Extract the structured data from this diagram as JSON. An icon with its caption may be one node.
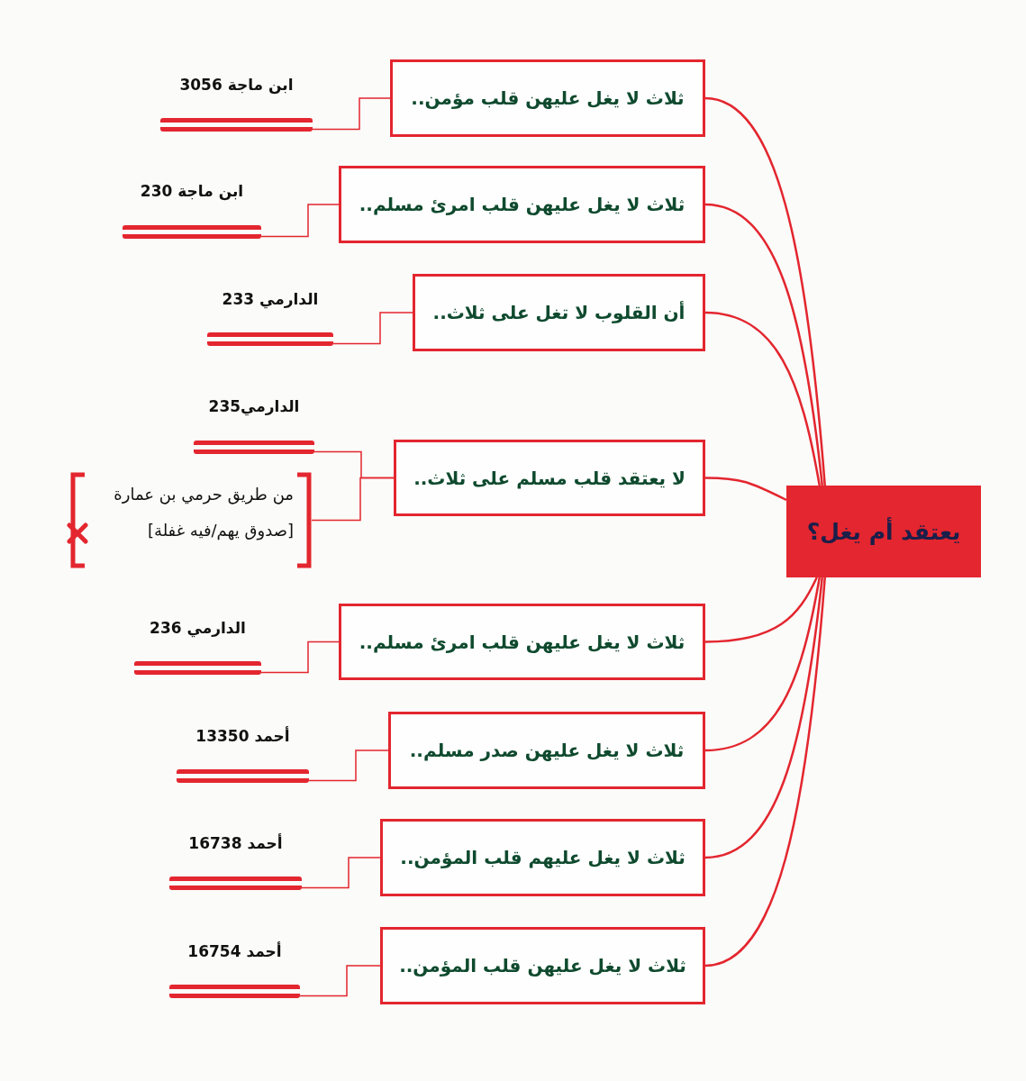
{
  "diagram": {
    "nodes": [
      {
        "text": [
          "يعتقد أم يغل؟"
        ]
      },
      {
        "text": [
          "ثلاث لا يغل عليهن قلب مؤمن.."
        ]
      },
      {
        "text": [
          "ابن ماجة 3056"
        ]
      },
      {
        "text": [
          "ثلاث لا يغل عليهن قلب امرئ مسلم.."
        ]
      },
      {
        "text": [
          "ابن ماجة 230"
        ]
      },
      {
        "text": [
          "أن القلوب لا تغل على ثلاث.."
        ]
      },
      {
        "text": [
          "الدارمي 233"
        ]
      },
      {
        "text": [
          "لا يعتقد قلب مسلم على ثلاث.."
        ]
      },
      {
        "text": [
          "الدارمي235"
        ]
      },
      {
        "text": [
          "من طريق حرمي بن عمارة",
          "[صدوق يهم/فيه غفلة]"
        ]
      },
      {
        "text": [
          "ثلاث لا يغل عليهن قلب امرئ مسلم.."
        ]
      },
      {
        "text": [
          "الدارمي 236"
        ]
      },
      {
        "text": [
          "ثلاث لا يغل عليهن صدر مسلم.."
        ]
      },
      {
        "text": [
          "أحمد 13350"
        ]
      },
      {
        "text": [
          "ثلاث لا يغل عليهم قلب المؤمن.."
        ]
      },
      {
        "text": [
          "أحمد 16738"
        ]
      },
      {
        "text": [
          "ثلاث لا يغل عليهن قلب المؤمن.."
        ]
      },
      {
        "text": [
          "أحمد 16754"
        ]
      }
    ],
    "edges": [
      {
        "from": 0,
        "to": 1,
        "arrow": "none"
      },
      {
        "from": 0,
        "to": 3,
        "arrow": "none"
      },
      {
        "from": 0,
        "to": 5,
        "arrow": "none"
      },
      {
        "from": 0,
        "to": 7,
        "arrow": "none"
      },
      {
        "from": 0,
        "to": 10,
        "arrow": "none"
      },
      {
        "from": 0,
        "to": 12,
        "arrow": "none"
      },
      {
        "from": 0,
        "to": 14,
        "arrow": "none"
      },
      {
        "from": 0,
        "to": 16,
        "arrow": "none"
      },
      {
        "from": 1,
        "to": 2,
        "arrow": "none"
      },
      {
        "from": 3,
        "to": 4,
        "arrow": "none"
      },
      {
        "from": 5,
        "to": 6,
        "arrow": "none"
      },
      {
        "from": 7,
        "to": 8,
        "arrow": "none"
      },
      {
        "from": 7,
        "to": 9,
        "arrow": "none"
      },
      {
        "from": 10,
        "to": 11,
        "arrow": "none"
      },
      {
        "from": 12,
        "to": 13,
        "arrow": "none"
      },
      {
        "from": 14,
        "to": 15,
        "arrow": "none"
      },
      {
        "from": 16,
        "to": 17,
        "arrow": "none"
      }
    ]
  }
}
